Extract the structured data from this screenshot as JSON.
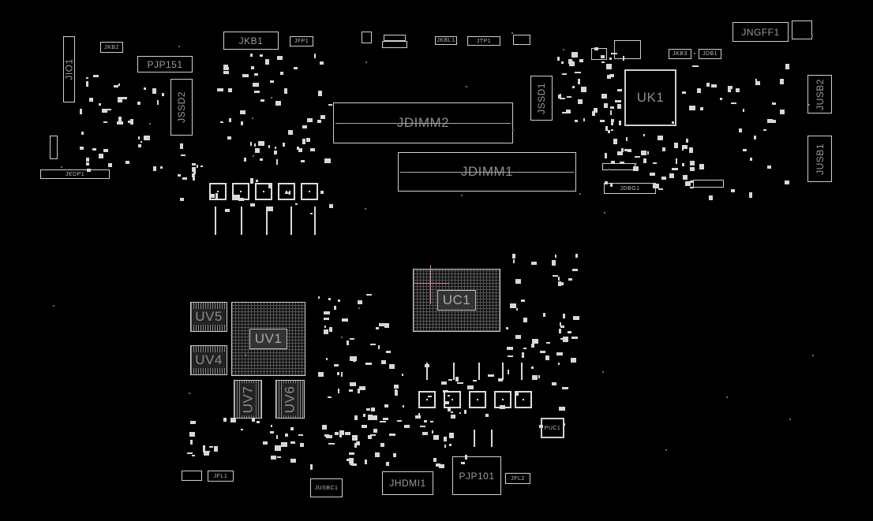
{
  "board": {
    "components": {
      "JIO1": "JIO1",
      "JKB2": "JKB2",
      "PJP151": "PJP151",
      "JSSD2": "JSSD2",
      "JKB1": "JKB1",
      "JFP1": "JFP1",
      "JEDP1": "JEDP1",
      "JKBL1": "JKBL1",
      "JTP1": "JTP1",
      "JNGFF1": "JNGFF1",
      "JKB3": "JKB3",
      "JDB1": "JDB1",
      "UK1": "UK1",
      "JSSD1": "JSSD1",
      "JUSB2": "JUSB2",
      "JUSB1": "JUSB1",
      "JDIMM2": "JDIMM2",
      "JDIMM1": "JDIMM1",
      "JDBG1": "JDBG1",
      "UC1": "UC1",
      "UV1": "UV1",
      "UV5": "UV5",
      "UV4": "UV4",
      "UV7": "UV7",
      "UV6": "UV6",
      "PUC1": "PUC1",
      "JFL1": "JFL1",
      "JUSBC1": "JUSBC1",
      "JHDMI1": "JHDMI1",
      "PJP101": "PJP101",
      "JFL2": "JFL2"
    },
    "colors": {
      "background": "#000000",
      "outline": "#cfcfcf",
      "crosshair": "#d88a9a",
      "via": "#2d8a73"
    }
  }
}
